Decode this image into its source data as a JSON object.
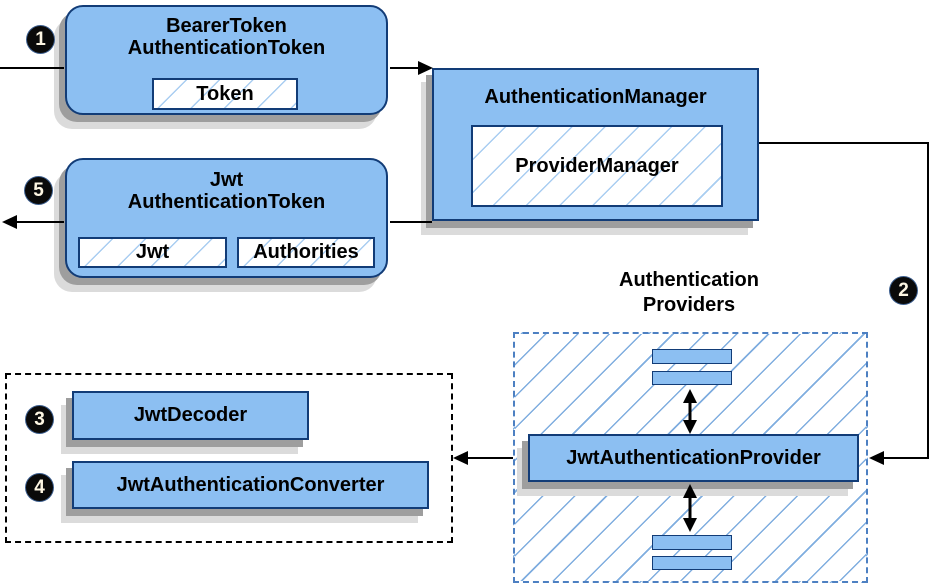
{
  "diagram": {
    "nodes": {
      "bearer_token": {
        "title_line1": "BearerToken",
        "title_line2": "AuthenticationToken",
        "inner_token": "Token"
      },
      "authentication_manager": {
        "title": "AuthenticationManager",
        "inner_provider_manager": "ProviderManager"
      },
      "jwt_token": {
        "title_line1": "Jwt",
        "title_line2": "AuthenticationToken",
        "inner_jwt": "Jwt",
        "inner_authorities": "Authorities"
      },
      "providers_group": {
        "label_line1": "Authentication",
        "label_line2": "Providers",
        "provider": "JwtAuthenticationProvider"
      },
      "converter_group": {
        "decoder": "JwtDecoder",
        "converter": "JwtAuthenticationConverter"
      }
    },
    "markers": {
      "step1": "1",
      "step2": "2",
      "step3": "3",
      "step4": "4",
      "step5": "5"
    },
    "colors": {
      "node_fill": "#8CBFF2",
      "node_border": "#123C77",
      "inner_hatch": "#A9CDF1",
      "outer_hatch": "#7FADDF",
      "dashed_blue_border": "#4D80C2",
      "dashed_black_border": "#000000",
      "shadow_dark": "#9E9E9E",
      "shadow_light": "#DBDBDB",
      "connector": "#000000",
      "marker_bg": "#0A0A0A",
      "marker_text": "#FFFFFF"
    }
  }
}
